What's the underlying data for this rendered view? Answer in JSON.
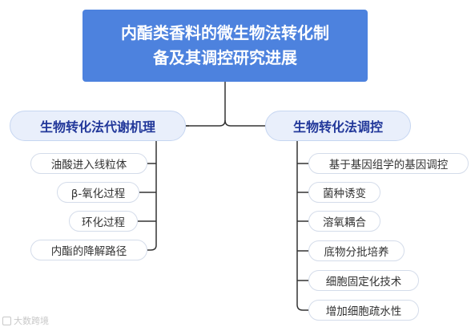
{
  "root": {
    "line1": "内酯类香料的微生物法转化制",
    "line2": "备及其调控研究进展"
  },
  "branches": {
    "left": {
      "label": "生物转化法代谢机理",
      "items": [
        "油酸进入线粒体",
        "β-氧化过程",
        "环化过程",
        "内酯的降解路径"
      ]
    },
    "right": {
      "label": "生物转化法调控",
      "items": [
        "基于基因组学的基因调控",
        "菌种诱变",
        "溶氧耦合",
        "底物分批培养",
        "细胞固定化技术",
        "增加细胞疏水性"
      ]
    }
  },
  "colors": {
    "root": "#4d82de",
    "branch_bg": "#e9effb",
    "branch_text": "#22389a",
    "connector": "#333333"
  },
  "watermark": "大数跨境"
}
